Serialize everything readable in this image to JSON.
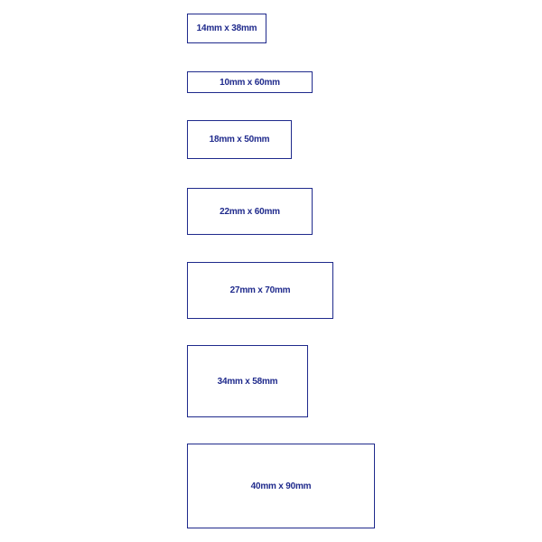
{
  "colors": {
    "border": "#1f2a8c",
    "text": "#1f2a8c",
    "background": "#ffffff"
  },
  "labels": [
    {
      "size": "14mm x 38mm"
    },
    {
      "size": "10mm x 60mm"
    },
    {
      "size": "18mm x 50mm"
    },
    {
      "size": "22mm x 60mm"
    },
    {
      "size": "27mm x 70mm"
    },
    {
      "size": "34mm x 58mm"
    },
    {
      "size": "40mm x 90mm"
    }
  ]
}
